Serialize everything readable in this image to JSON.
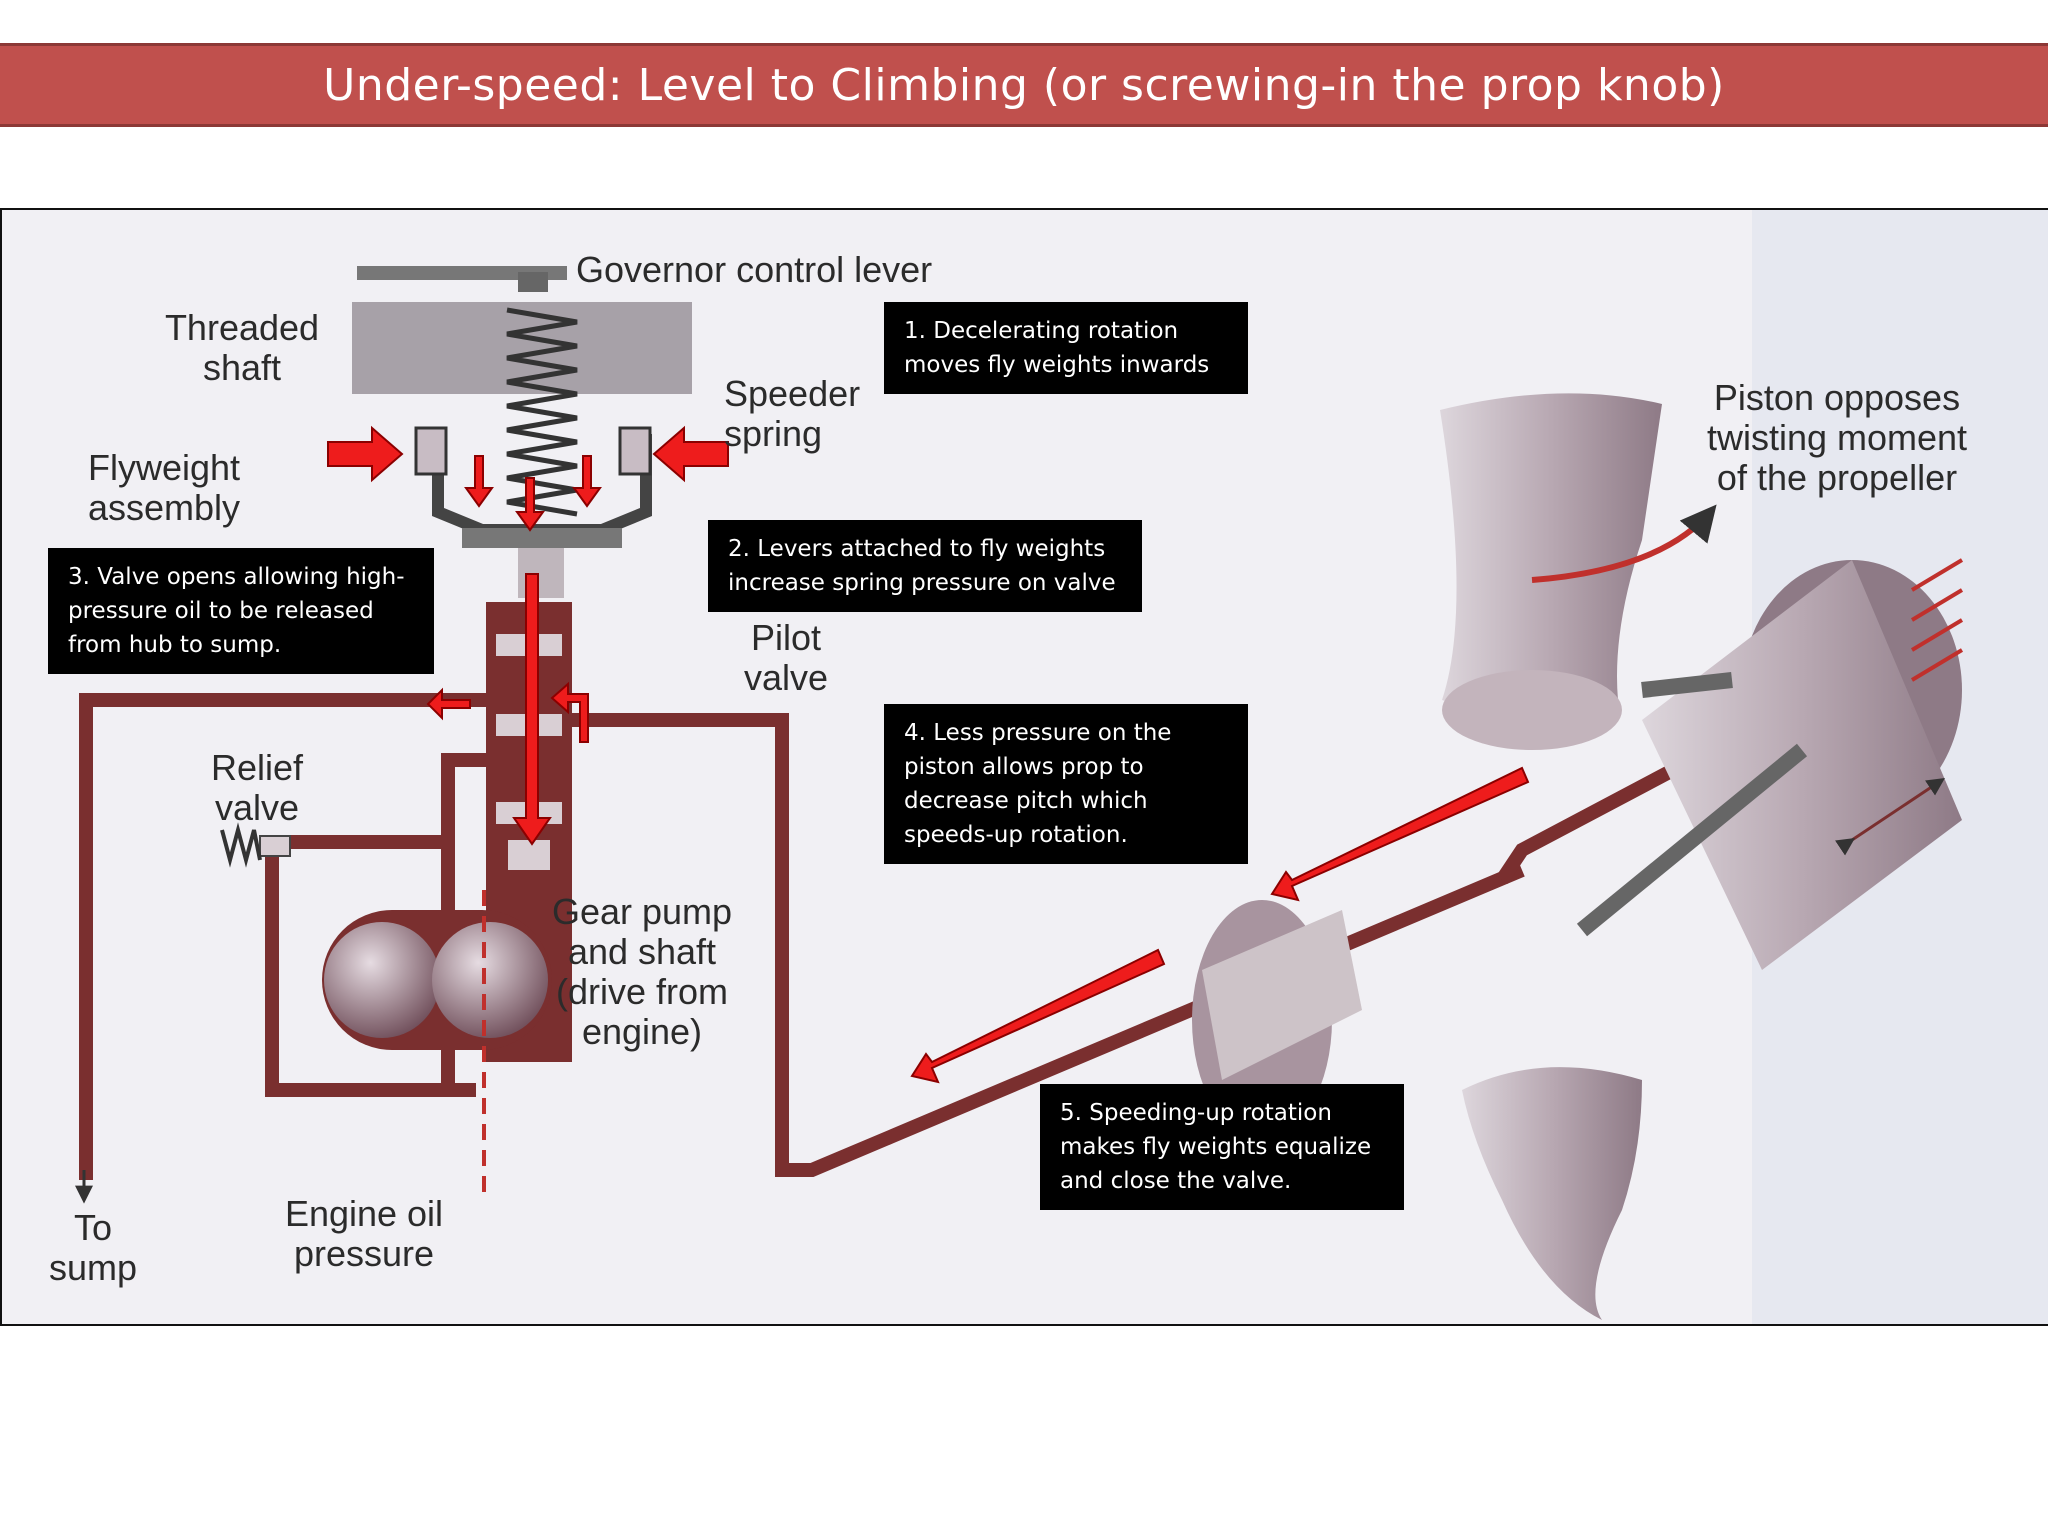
{
  "title": "Under-speed:  Level to Climbing (or screwing-in the prop knob)",
  "labels": {
    "governor_control_lever": "Governor control lever",
    "threaded_shaft": "Threaded\nshaft",
    "speeder_spring": "Speeder\nspring",
    "flyweight_assembly": "Flyweight\nassembly",
    "pilot_valve": "Pilot\nvalve",
    "relief_valve": "Relief\nvalve",
    "gear_pump": "Gear pump\nand shaft\n(drive from\nengine)",
    "engine_oil_pressure": "Engine oil\npressure",
    "to_sump": "To\nsump",
    "piston_opposes": "Piston opposes\ntwisting moment\nof the propeller"
  },
  "callouts": [
    "1. Decelerating rotation\nmoves fly weights inwards",
    "2. Levers attached to fly weights\nincrease spring pressure on valve",
    "3. Valve opens allowing high-\npressure oil to be released\nfrom hub to sump.",
    "4. Less pressure on the\npiston allows prop to\ndecrease pitch which\nspeeds-up rotation.",
    "5. Speeding-up rotation\nmakes fly weights equalize\nand close the valve."
  ],
  "colors": {
    "title_bar": "#c0504d",
    "oil_line": "#7a2f2f",
    "arrow_red": "#ee1c1c"
  }
}
